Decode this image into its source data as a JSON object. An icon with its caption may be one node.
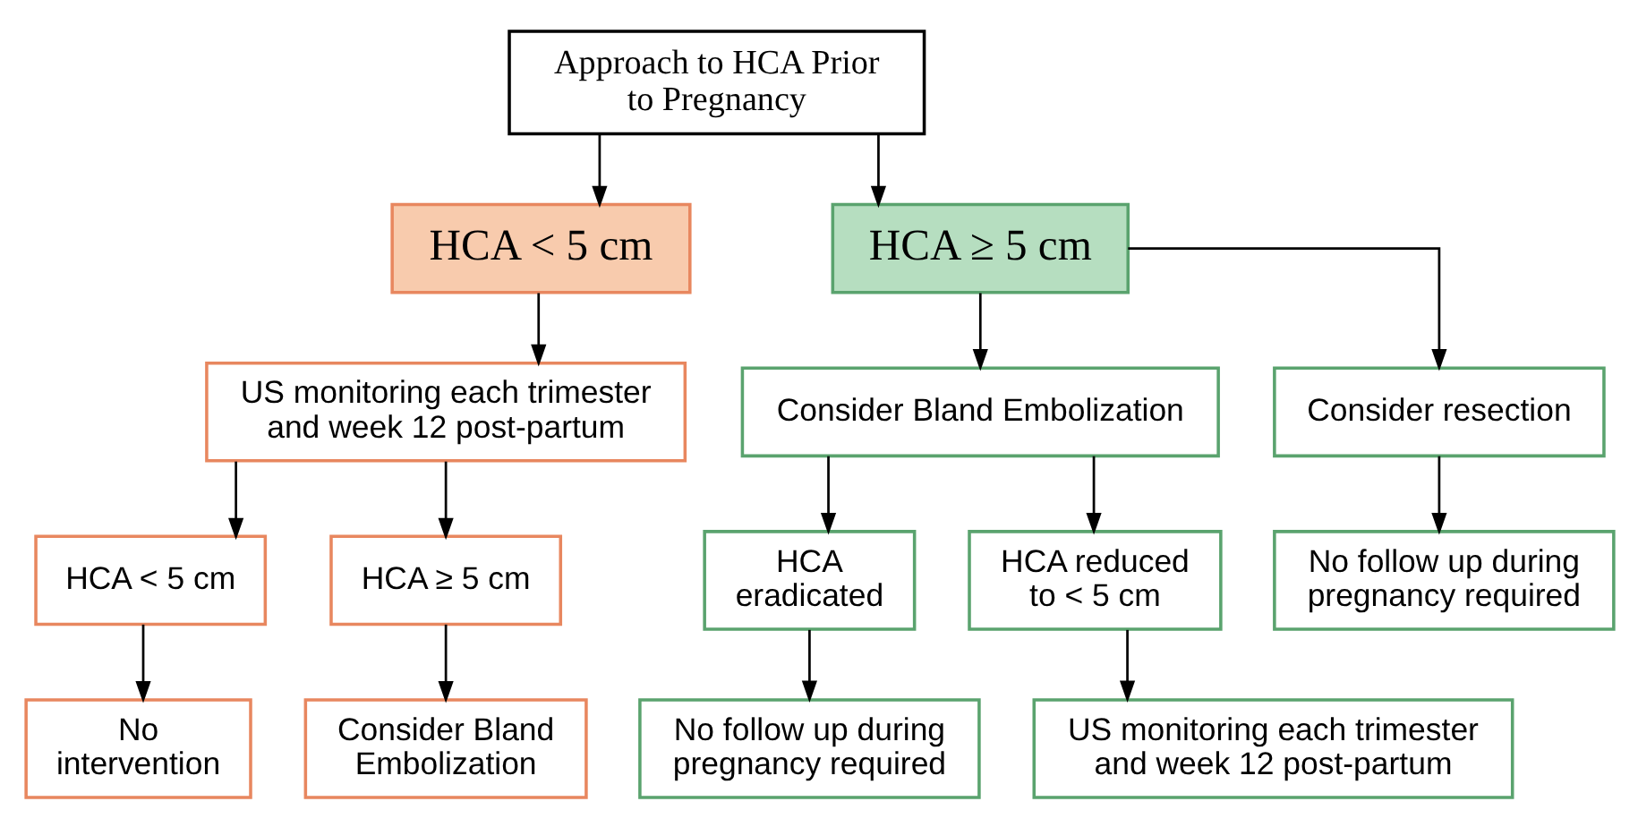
{
  "diagram": {
    "nodes": [
      {
        "text": [
          "Approach to HCA Prior to Pregnancy"
        ]
      },
      {
        "text": [
          "HCA < 5 cm"
        ]
      },
      {
        "text": [
          "HCA ≥ 5 cm"
        ]
      },
      {
        "text": [
          "US monitoring each trimester and week 12 post-partum"
        ]
      },
      {
        "text": [
          "Consider Bland Embolization"
        ]
      },
      {
        "text": [
          "Consider resection"
        ]
      },
      {
        "text": [
          "HCA < 5 cm"
        ]
      },
      {
        "text": [
          "HCA ≥ 5 cm"
        ]
      },
      {
        "text": [
          "HCA eradicated"
        ]
      },
      {
        "text": [
          "HCA reduced to < 5 cm"
        ]
      },
      {
        "text": [
          "No follow up during pregnancy required"
        ]
      },
      {
        "text": [
          "No intervention"
        ]
      },
      {
        "text": [
          "Consider Bland Embolization"
        ]
      },
      {
        "text": [
          "No follow up during pregnancy required"
        ]
      },
      {
        "text": [
          "US monitoring each trimester and week 12 post-partum"
        ]
      }
    ],
    "edges": [
      {
        "from": 0,
        "to": 1,
        "arrow": "to"
      },
      {
        "from": 0,
        "to": 2,
        "arrow": "to"
      },
      {
        "from": 1,
        "to": 3,
        "arrow": "to"
      },
      {
        "from": 2,
        "to": 4,
        "arrow": "to"
      },
      {
        "from": 2,
        "to": 5,
        "arrow": "to"
      },
      {
        "from": 3,
        "to": 6,
        "arrow": "to"
      },
      {
        "from": 3,
        "to": 7,
        "arrow": "to"
      },
      {
        "from": 4,
        "to": 8,
        "arrow": "to"
      },
      {
        "from": 4,
        "to": 9,
        "arrow": "to"
      },
      {
        "from": 5,
        "to": 10,
        "arrow": "to"
      },
      {
        "from": 6,
        "to": 11,
        "arrow": "to"
      },
      {
        "from": 7,
        "to": 12,
        "arrow": "to"
      },
      {
        "from": 8,
        "to": 13,
        "arrow": "to"
      },
      {
        "from": 9,
        "to": 14,
        "arrow": "to"
      }
    ]
  }
}
